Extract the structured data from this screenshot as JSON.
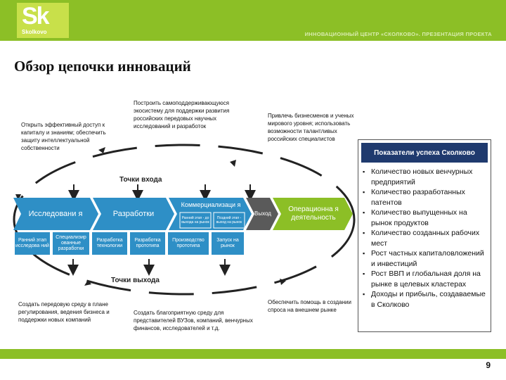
{
  "header": {
    "logo_mark": "Sk",
    "logo_name": "Skolkovo",
    "caption": "ИННОВАЦИОННЫЙ ЦЕНТР «СКОЛКОВО». ПРЕЗЕНТАЦИЯ ПРОЕКТА"
  },
  "title": "Обзор цепочки инноваций",
  "notes": {
    "n1": "Открыть эффективный доступ к капиталу и знаниям; обеспечить защиту интеллектуальной собственности",
    "n2": "Построить самоподдерживающуюся экосистему для поддержки развития российских передовых научных исследований и разработок",
    "n3": "Привлечь бизнесменов и ученых мирового уровня; использовать возможности талантливых российских специалистов",
    "n4": "Создать передовую среду в плане регулирования, ведения бизнеса и поддержки новых компаний",
    "n5": "Создать благоприятную среду для представителей ВУЗов, компаний, венчурных финансов, исследователей и т.д.",
    "n6": "Обеспечить помощь в создании спроса на внешнем рынке"
  },
  "labels": {
    "entry": "Точки входа",
    "exit": "Точки выхода"
  },
  "chain": {
    "research": "Исследовани я",
    "development": "Разработки",
    "commercialization": "Коммерциализаци я",
    "early_stage": "Ранний этап - до выхода на рынок",
    "late_stage": "Поздний этап - выход на рынок",
    "exit": "Выход",
    "operations": "Операционна я деятельность"
  },
  "sub": {
    "b1": "Ранний этап исследова ний",
    "b2": "Специализир ованные разработки",
    "b3": "Разработка технологии",
    "b4": "Разработка прототипа",
    "b5": "Производство прототипа",
    "b6": "Запуск на рынок"
  },
  "panel": {
    "title": "Показатели успеха Сколково",
    "items": [
      "Количество новых венчурных предприятий",
      "Количество разработанных патентов",
      "Количество выпущенных на рынок продуктов",
      "Количество созданных рабочих мест",
      "Рост частных капиталовложений и инвестиций",
      "Рост ВВП и глобальная доля на рынке в целевых кластерах",
      "Доходы и прибыль, создаваемые в Сколково"
    ]
  },
  "page_number": "9",
  "colors": {
    "brand_green": "#8cbf26",
    "chain_blue": "#2e8fc6",
    "panel_navy": "#1f3a6e",
    "exit_gray": "#5a5a5a"
  }
}
